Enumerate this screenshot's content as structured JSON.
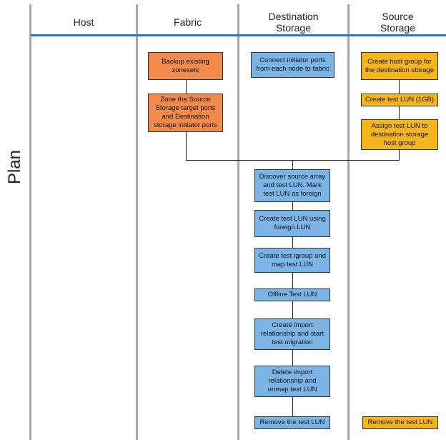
{
  "lanes": {
    "host": "Host",
    "fabric": "Fabric",
    "destination_line1": "Destination",
    "destination_line2": "Storage",
    "source_line1": "Source",
    "source_line2": "Storage"
  },
  "phase_label": "Plan",
  "colors": {
    "lane_rule": "#2e74c9",
    "fabric_box": "#f28a4b",
    "destination_box": "#7bb4e7",
    "source_box": "#f7b51c"
  },
  "fabric_steps": [
    "Backup existing zonesets",
    "Zone the Source Storage target ports and Destination storage initiator ports"
  ],
  "destination_connect": "Connect initiator ports from each node to fabric",
  "source_steps": [
    "Create host group for the destination storage",
    "Create test LUN (1GB)",
    "Assign test LUN to destination storage host group"
  ],
  "destination_steps": [
    "Discover source array and test LUN. Mark test LUN as foreign",
    "Create test LUN using foreign LUN",
    "Create test igroup and map test LUN",
    "Offline Test LUN",
    "Create import relationship and start test migration",
    "Delete import relationship and unmap test LUN",
    "Remove the test LUN"
  ],
  "source_final": "Remove the test LUN"
}
